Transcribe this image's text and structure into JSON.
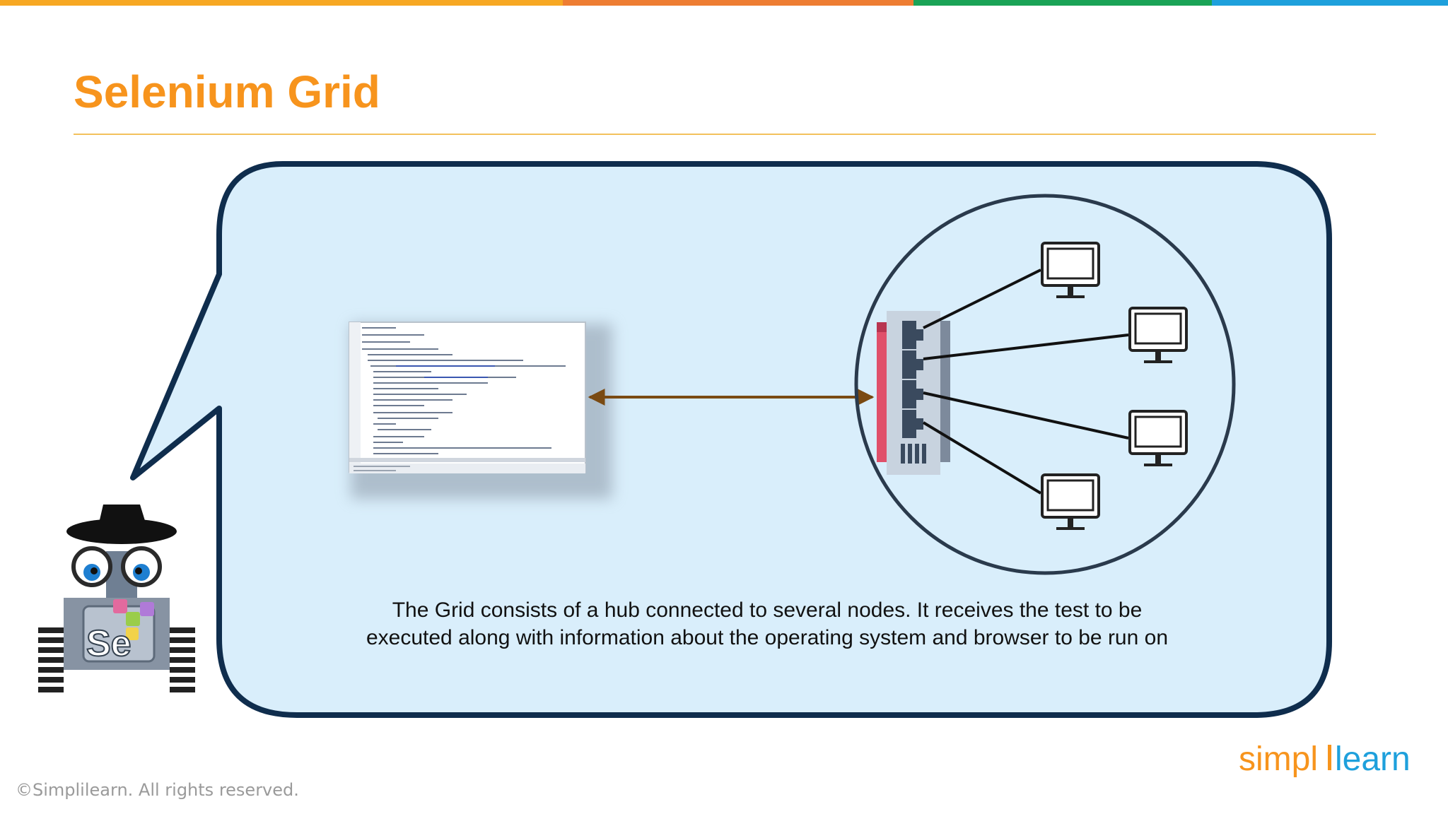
{
  "slide": {
    "title": "Selenium Grid",
    "caption_line1": "The Grid consists of a hub connected to several nodes. It receives the test to be",
    "caption_line2": "executed along with information about the operating system and browser to be run on",
    "footer": "©Simplilearn. All rights reserved."
  },
  "brand": {
    "logo_text_left": "simpl",
    "logo_text_right": "learn",
    "accent_orange": "#f7941d",
    "accent_dark_orange": "#ee7d32",
    "accent_green": "#1aa356",
    "accent_blue": "#1ea0dc"
  },
  "colors": {
    "bubble_fill": "#d9eefb",
    "bubble_stroke": "#0f2d4d",
    "arrow": "#7a4a12",
    "hub_red": "#e0506a",
    "hub_body": "#c8d3df",
    "port_dark": "#3a4a5e"
  },
  "illustration": {
    "code_window_icon": "code-editor-screenshot",
    "hub_icon": "network-hub-icon",
    "node_icon": "monitor-icon",
    "mascot_icon": "selenium-robot-mascot",
    "mascot_badge": "Se"
  }
}
